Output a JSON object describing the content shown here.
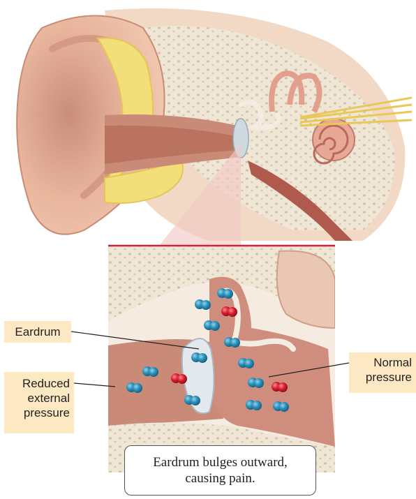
{
  "labels": {
    "eardrum": "Eardrum",
    "reduced_external_pressure": [
      "Reduced",
      "external",
      "pressure"
    ],
    "normal_pressure": [
      "Normal",
      "pressure"
    ]
  },
  "caption": [
    "Eardrum bulges outward,",
    "causing pain."
  ],
  "colors": {
    "label_background": "#fce9c4",
    "skin": "#e8b49c",
    "cartilage": "#f3df7a",
    "bone": "#efe6d6",
    "air_molecule": "#2b8fb8",
    "oxygen_molecule": "#d61f2e",
    "accent_line": "#d3203a"
  },
  "icons": {
    "molecule": "sphere-pair"
  }
}
